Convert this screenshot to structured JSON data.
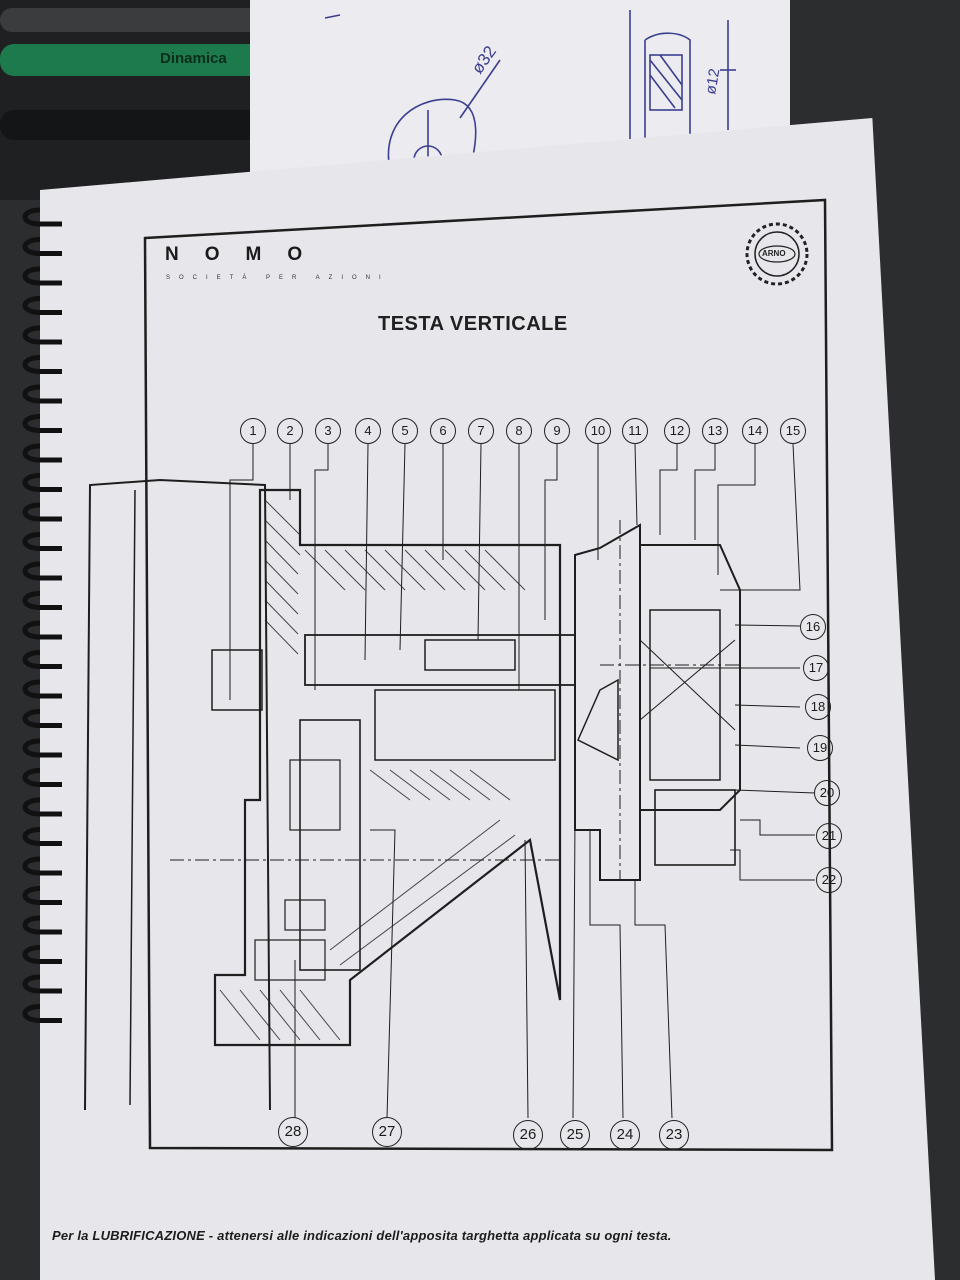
{
  "brand": {
    "name": "NOMO",
    "subtitle": "SOCIETÀ PER AZIONI",
    "logo_text": "ARNO",
    "logo_icon": "gear-badge-icon"
  },
  "drawing": {
    "title": "TESTA VERTICALE"
  },
  "sketch": {
    "dimension_left": "ø32",
    "dimension_right": "ø12"
  },
  "callouts": {
    "top": [
      "1",
      "2",
      "3",
      "4",
      "5",
      "6",
      "7",
      "8",
      "9",
      "10",
      "11",
      "12",
      "13",
      "14",
      "15"
    ],
    "right": [
      "16",
      "17",
      "18",
      "19",
      "20",
      "21",
      "22"
    ],
    "bottom": [
      "28",
      "27",
      "26",
      "25",
      "24",
      "23"
    ]
  },
  "footer": {
    "text": "Per la LUBRIFICAZIONE - attenersi alle indicazioni dell'apposita targhetta applicata su ogni testa."
  },
  "desk": {
    "pen_label": "Dinamica"
  }
}
